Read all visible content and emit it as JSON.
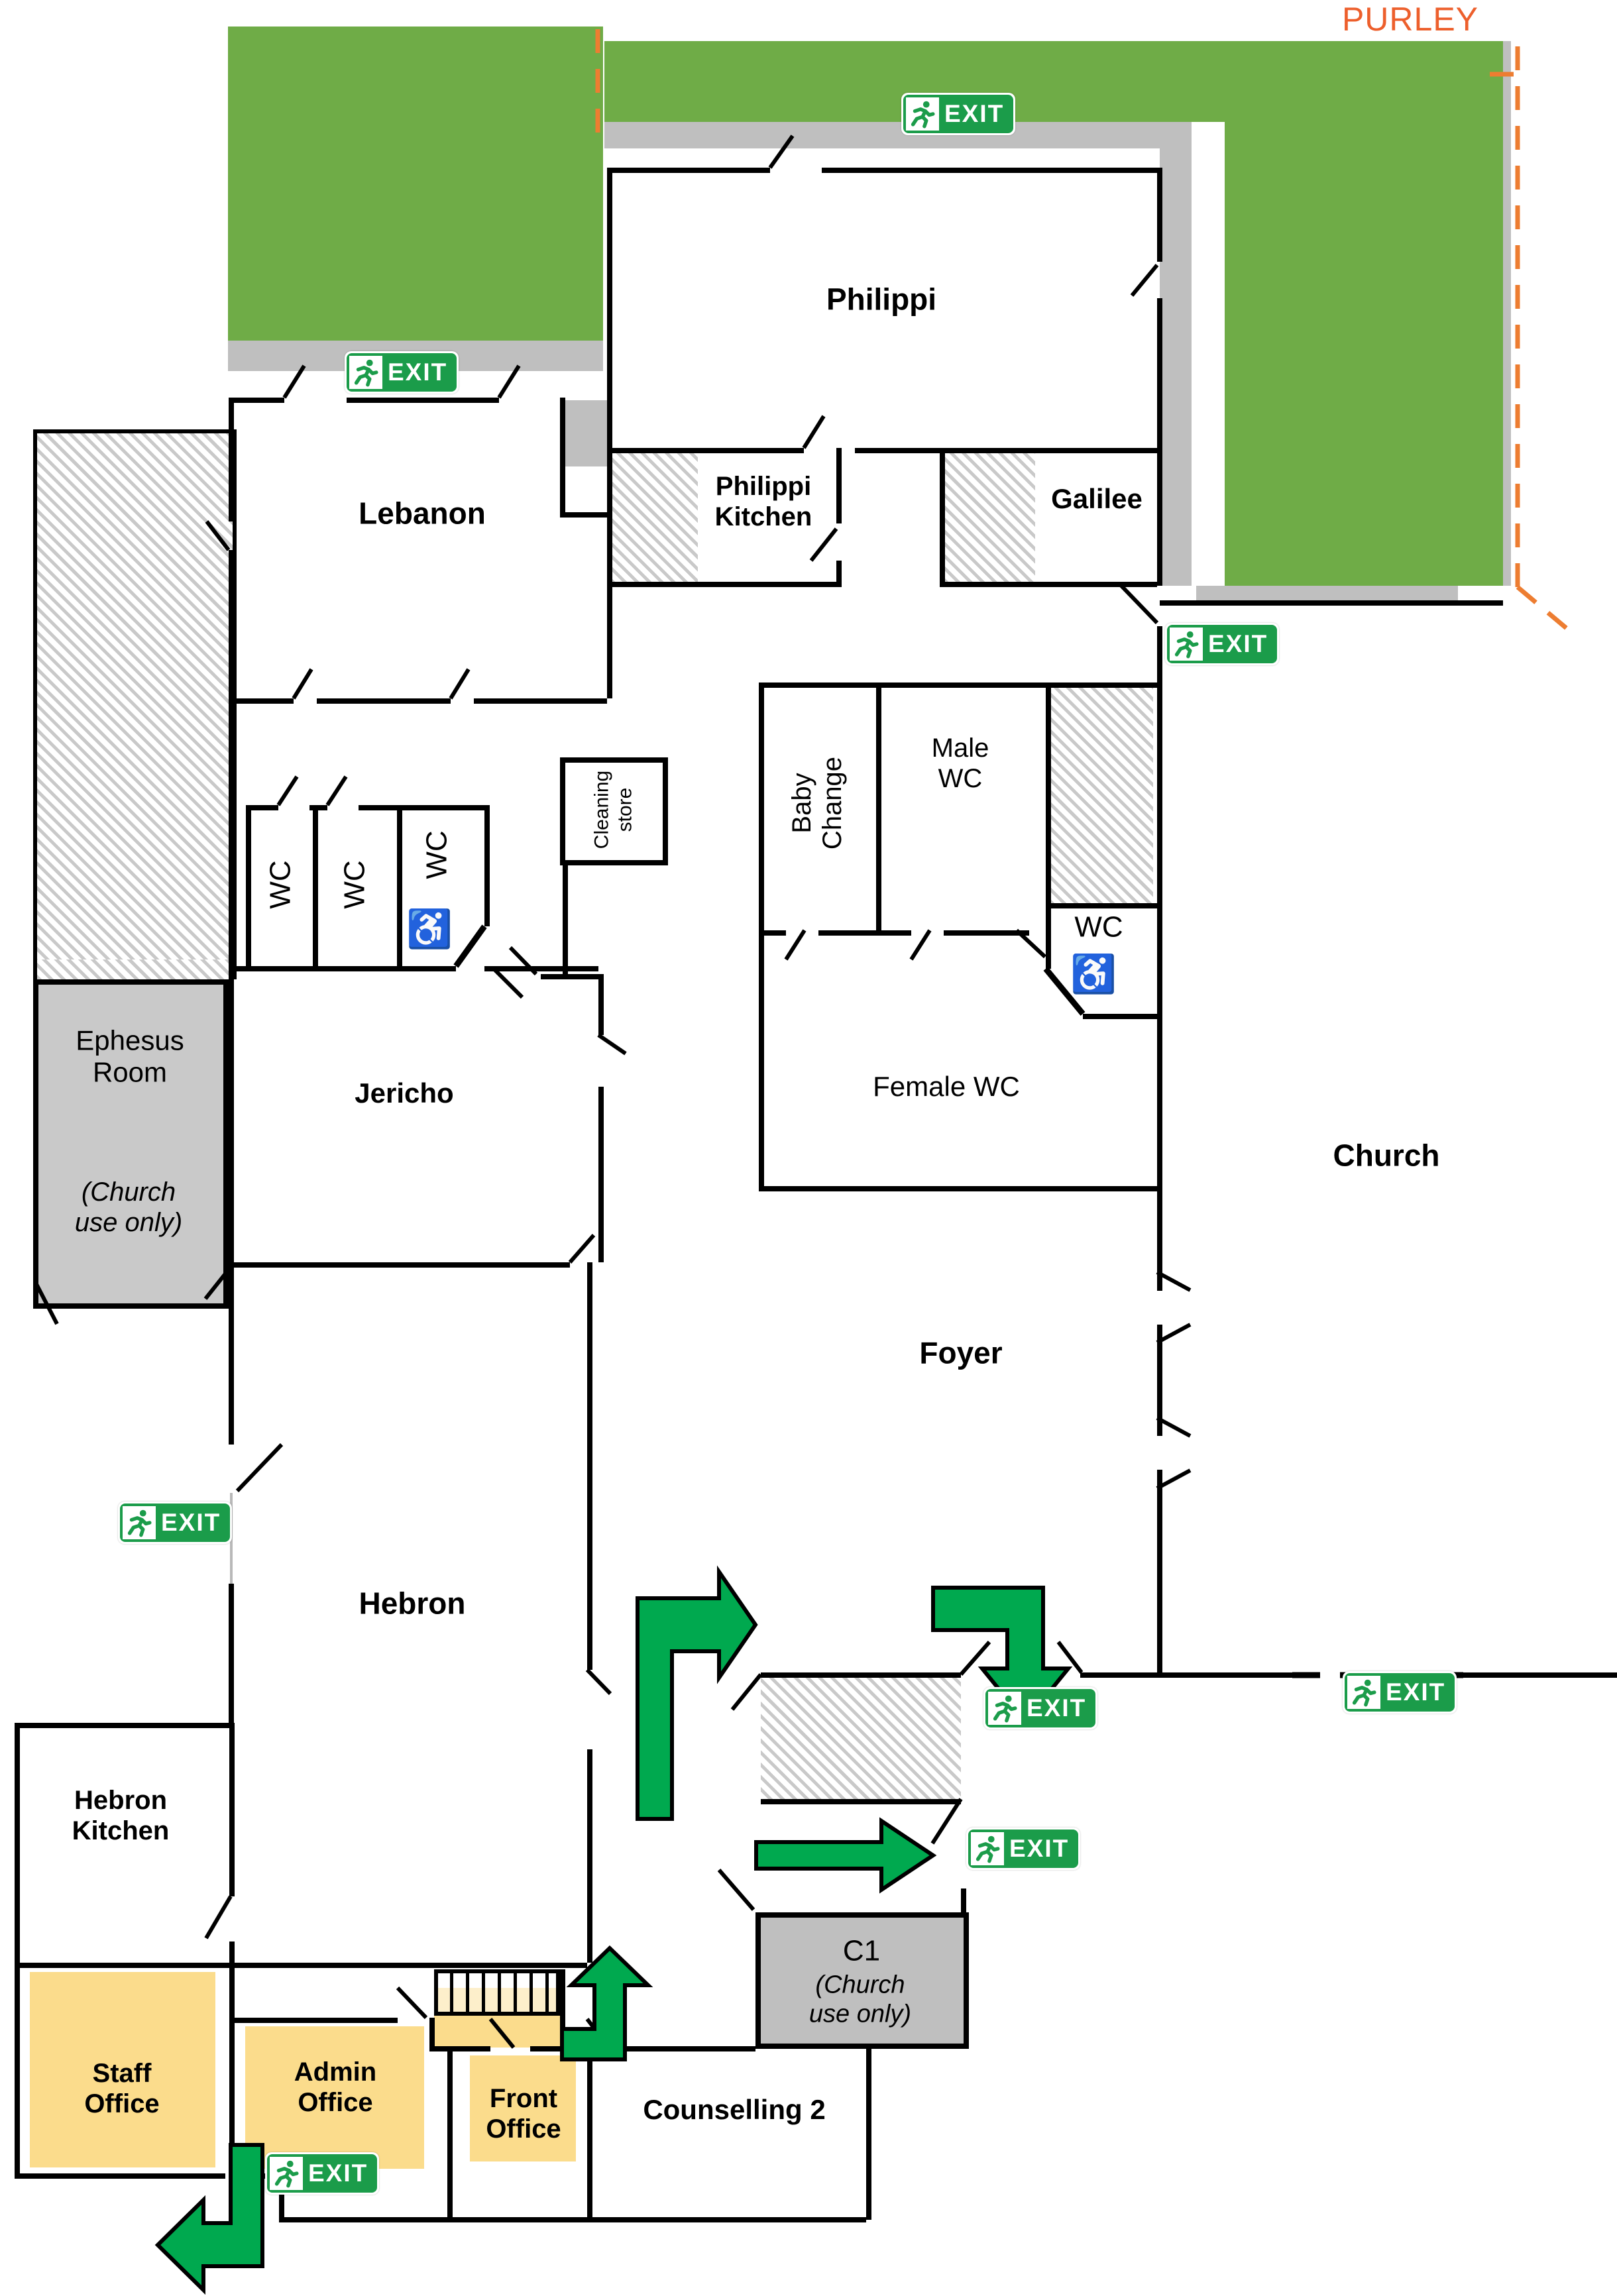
{
  "header": {
    "street": "PURLEY"
  },
  "signs": {
    "exit": "EXIT"
  },
  "icons": {
    "wheelchair": "♿",
    "running_man": "running-man-icon"
  },
  "colors": {
    "grass": "#6FAC47",
    "path_gray": "#BFBFBF",
    "hatch_gray": "#C9C9C9",
    "room_gray": "#C9C9C9",
    "office_yellow": "#FBDC8C",
    "arrow_green": "#00A94F",
    "exit_sign_green": "#1B9C4A",
    "boundary_orange": "#ED7D31",
    "wall_black": "#000000"
  },
  "rooms": {
    "philippi": {
      "label": "Philippi"
    },
    "philippi_kitchen": {
      "label": "Philippi\nKitchen"
    },
    "galilee": {
      "label": "Galilee"
    },
    "lebanon": {
      "label": "Lebanon"
    },
    "baby_change": {
      "label": "Baby\nChange"
    },
    "male_wc": {
      "label": "Male\nWC"
    },
    "wc": {
      "label": "WC"
    },
    "female_wc": {
      "label": "Female WC"
    },
    "cleaning_store": {
      "label": "Cleaning\nstore"
    },
    "ephesus": {
      "label": "Ephesus\nRoom",
      "note": "(Church\nuse only)"
    },
    "jericho": {
      "label": "Jericho"
    },
    "church": {
      "label": "Church"
    },
    "foyer": {
      "label": "Foyer"
    },
    "hebron": {
      "label": "Hebron"
    },
    "hebron_kitchen": {
      "label": "Hebron\nKitchen"
    },
    "staff_office": {
      "label": "Staff\nOffice"
    },
    "admin_office": {
      "label": "Admin\nOffice"
    },
    "front_office": {
      "label": "Front\nOffice"
    },
    "counselling_2": {
      "label": "Counselling 2"
    },
    "c1": {
      "label": "C1",
      "note": "(Church\nuse only)"
    }
  }
}
